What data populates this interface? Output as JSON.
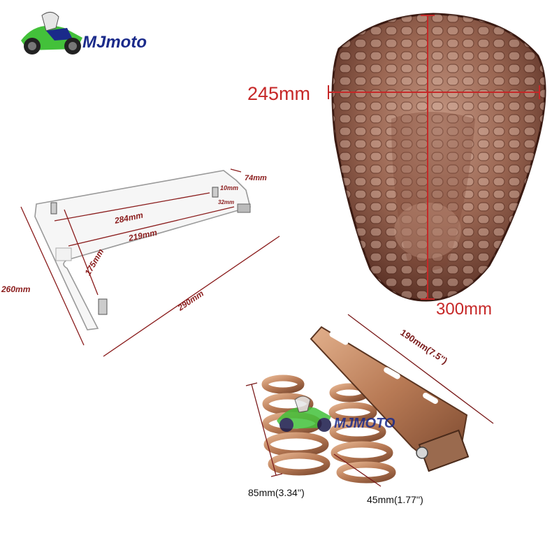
{
  "logo": {
    "brand": "MJmoto",
    "brand_watermark": "MJMOTO"
  },
  "seat": {
    "length_label": "245mm",
    "width_label": "300mm"
  },
  "base_plate": {
    "labels": {
      "front_width": "74mm",
      "bolt_offset_a": "10mm",
      "bolt_offset_b": "32mm",
      "diagonal_long": "284mm",
      "inner_span": "219mm",
      "side_hole": "175mm",
      "left_length": "260mm",
      "bottom_length": "290mm"
    }
  },
  "hardware": {
    "bracket_length_label": "190mm(7.5'')",
    "spring_height_label": "85mm(3.34'')",
    "spring_width_label": "45mm(1.77'')"
  },
  "colors": {
    "dimension_red": "#c62828",
    "seat_brown": "#8a5a44",
    "spring_copper": "#b87a55",
    "logo_blue": "#1a2a8a",
    "logo_green": "#43c13a"
  }
}
